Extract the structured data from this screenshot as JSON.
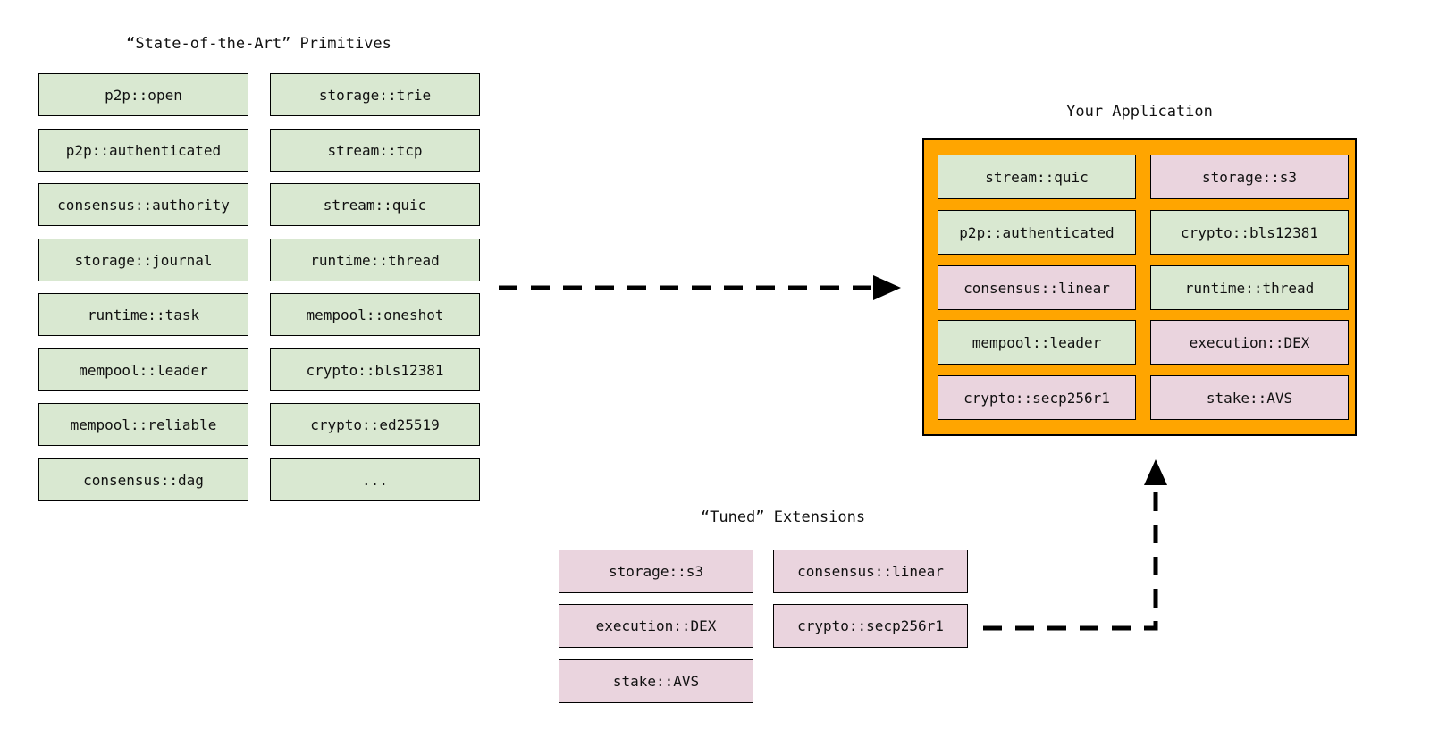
{
  "palette": {
    "green": "#d9e8d1",
    "pink": "#ead4de",
    "orange": "#ffa500",
    "stroke": "#000000"
  },
  "primitives": {
    "title": "“State-of-the-Art” Primitives",
    "col1": [
      {
        "label": "p2p::open",
        "variant": "green"
      },
      {
        "label": "p2p::authenticated",
        "variant": "green"
      },
      {
        "label": "consensus::authority",
        "variant": "green"
      },
      {
        "label": "storage::journal",
        "variant": "green"
      },
      {
        "label": "runtime::task",
        "variant": "green"
      },
      {
        "label": "mempool::leader",
        "variant": "green"
      },
      {
        "label": "mempool::reliable",
        "variant": "green"
      },
      {
        "label": "consensus::dag",
        "variant": "green"
      }
    ],
    "col2": [
      {
        "label": "storage::trie",
        "variant": "green"
      },
      {
        "label": "stream::tcp",
        "variant": "green"
      },
      {
        "label": "stream::quic",
        "variant": "green"
      },
      {
        "label": "runtime::thread",
        "variant": "green"
      },
      {
        "label": "mempool::oneshot",
        "variant": "green"
      },
      {
        "label": "crypto::bls12381",
        "variant": "green"
      },
      {
        "label": "crypto::ed25519",
        "variant": "green"
      },
      {
        "label": "...",
        "variant": "green"
      }
    ]
  },
  "application": {
    "title": "Your Application",
    "col1": [
      {
        "label": "stream::quic",
        "variant": "green"
      },
      {
        "label": "p2p::authenticated",
        "variant": "green"
      },
      {
        "label": "consensus::linear",
        "variant": "pink"
      },
      {
        "label": "mempool::leader",
        "variant": "green"
      },
      {
        "label": "crypto::secp256r1",
        "variant": "pink"
      }
    ],
    "col2": [
      {
        "label": "storage::s3",
        "variant": "pink"
      },
      {
        "label": "crypto::bls12381",
        "variant": "green"
      },
      {
        "label": "runtime::thread",
        "variant": "green"
      },
      {
        "label": "execution::DEX",
        "variant": "pink"
      },
      {
        "label": "stake::AVS",
        "variant": "pink"
      }
    ]
  },
  "extensions": {
    "title": "“Tuned” Extensions",
    "col1": [
      {
        "label": "storage::s3",
        "variant": "pink"
      },
      {
        "label": "execution::DEX",
        "variant": "pink"
      },
      {
        "label": "stake::AVS",
        "variant": "pink"
      }
    ],
    "col2": [
      {
        "label": "consensus::linear",
        "variant": "pink"
      },
      {
        "label": "crypto::secp256r1",
        "variant": "pink"
      }
    ]
  }
}
